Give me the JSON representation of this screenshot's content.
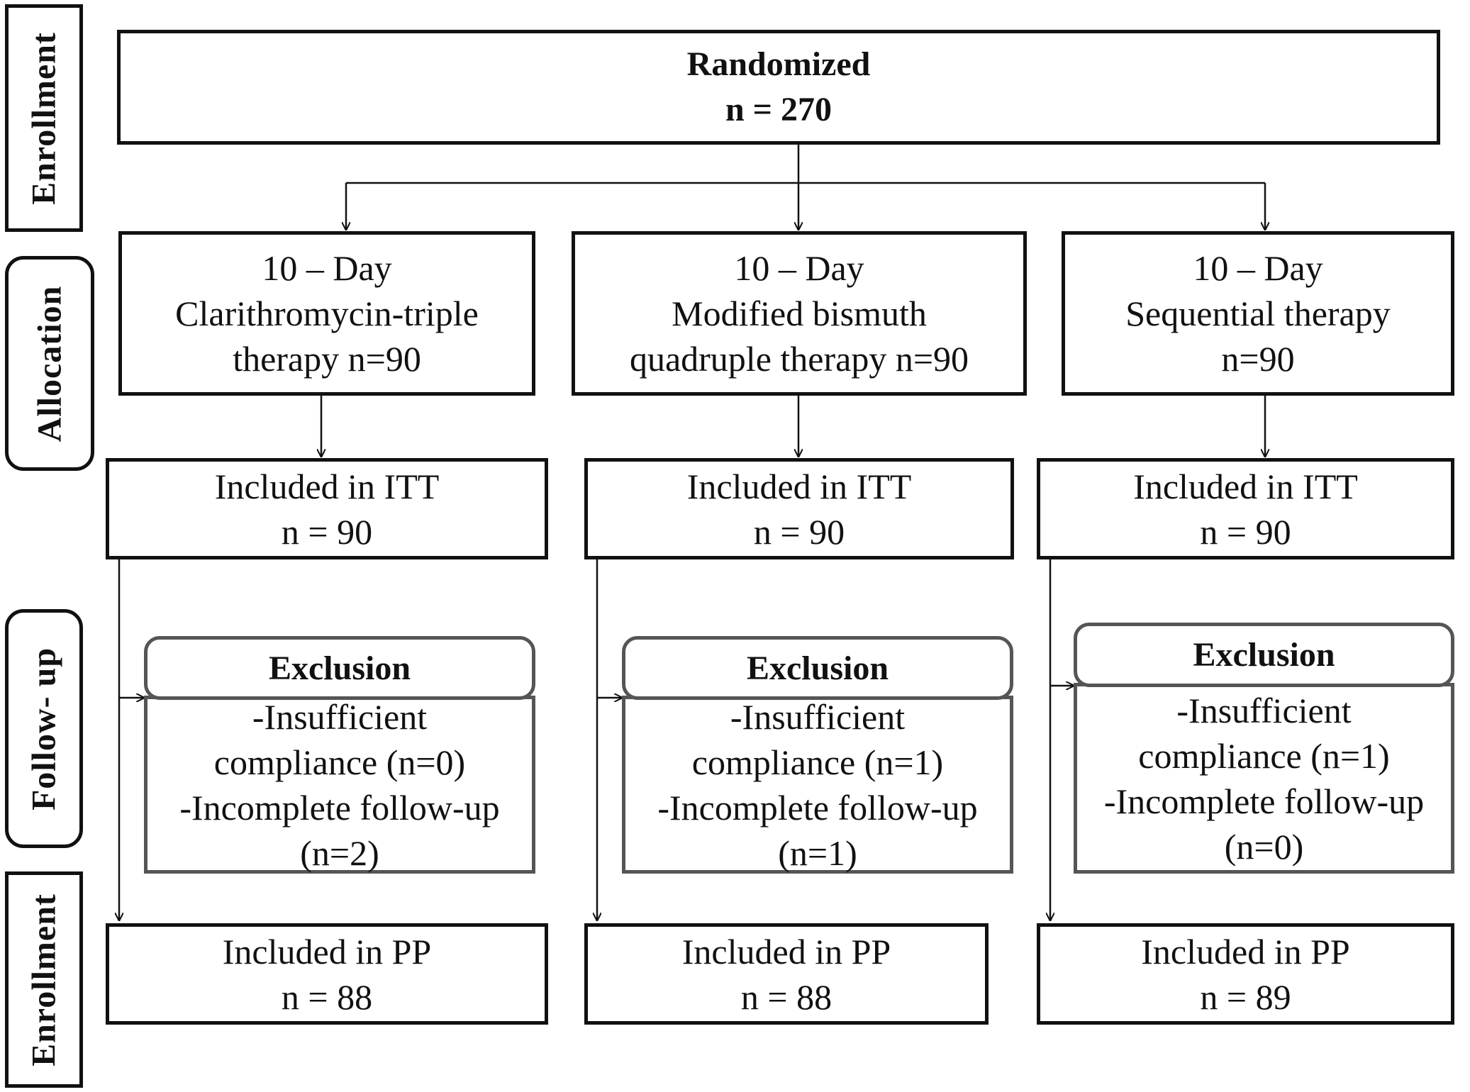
{
  "stages": {
    "enrollment_top": "Enrollment",
    "allocation": "Allocation",
    "follow_up": "Follow- up",
    "enrollment_bottom": "Enrollment"
  },
  "randomized": {
    "title": "Randomized",
    "count": "n = 270"
  },
  "arms": [
    {
      "allocation": [
        "10 – Day",
        "Clarithromycin-triple",
        "therapy  n=90"
      ],
      "itt": {
        "label": "Included in ITT",
        "count": "n = 90"
      },
      "exclusion": {
        "title": "Exclusion",
        "lines": [
          "-Insufficient",
          "compliance (n=0)",
          "-Incomplete follow-up",
          "(n=2)"
        ]
      },
      "pp": {
        "label": "Included in PP",
        "count": "n = 88"
      }
    },
    {
      "allocation": [
        "10 – Day",
        "Modified bismuth",
        "quadruple therapy n=90"
      ],
      "itt": {
        "label": "Included in ITT",
        "count": "n = 90"
      },
      "exclusion": {
        "title": "Exclusion",
        "lines": [
          "-Insufficient",
          "compliance (n=1)",
          "-Incomplete follow-up",
          "(n=1)"
        ]
      },
      "pp": {
        "label": "Included in PP",
        "count": "n = 88"
      }
    },
    {
      "allocation": [
        "10 – Day",
        "Sequential therapy",
        "n=90"
      ],
      "itt": {
        "label": "Included in ITT",
        "count": "n = 90"
      },
      "exclusion": {
        "title": "Exclusion",
        "lines": [
          "-Insufficient",
          "compliance (n=1)",
          "-Incomplete follow-up",
          "(n=0)"
        ]
      },
      "pp": {
        "label": "Included in PP",
        "count": "n = 89"
      }
    }
  ]
}
